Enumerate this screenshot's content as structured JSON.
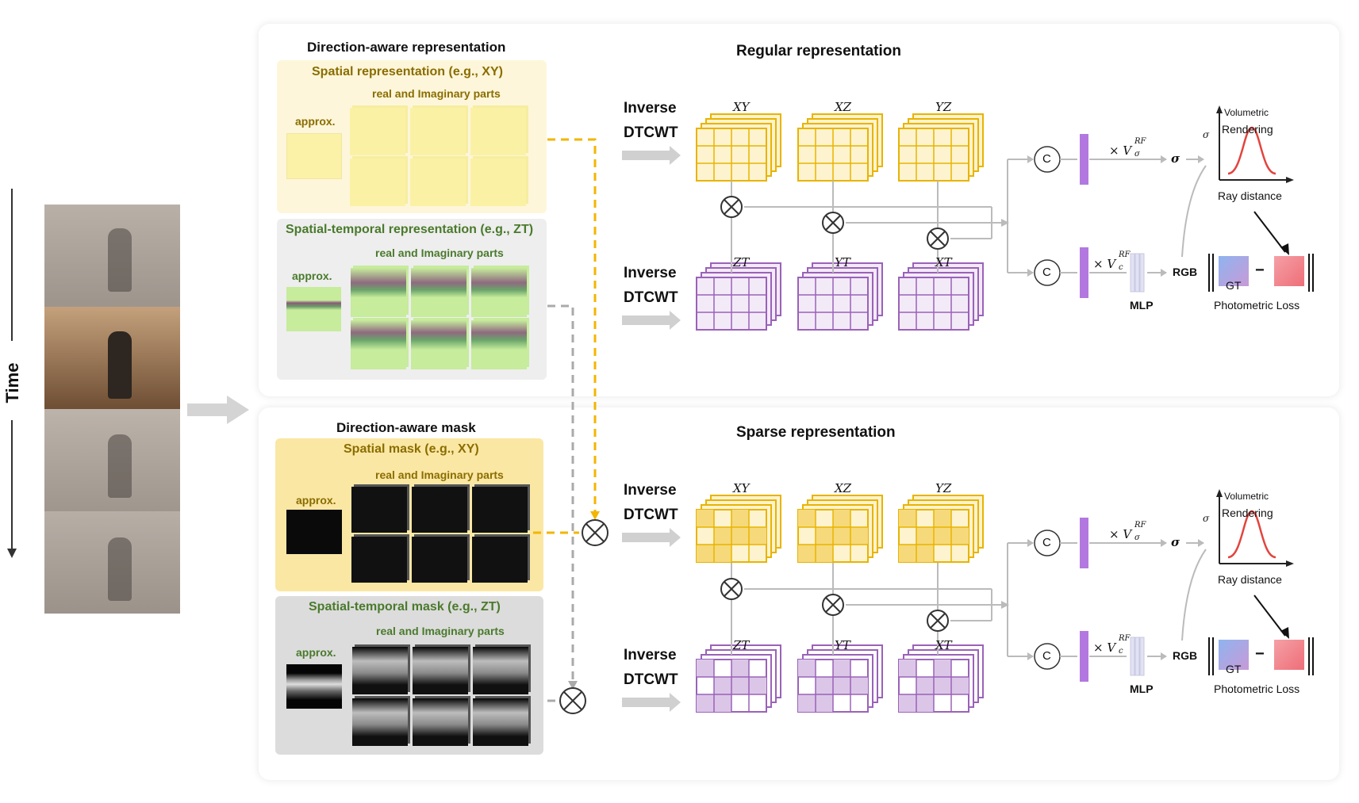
{
  "time_label": "Time",
  "panel_top": {
    "direction_title": "Direction-aware representation",
    "spatial_title": "Spatial representation (e.g., XY)",
    "spatial_parts": "real and Imaginary parts",
    "spatial_approx": "approx.",
    "st_title": "Spatial-temporal representation (e.g., ZT)",
    "st_parts": "real and Imaginary parts",
    "st_approx": "approx.",
    "main_title": "Regular representation"
  },
  "panel_bottom": {
    "direction_title": "Direction-aware mask",
    "spatial_title": "Spatial mask (e.g., XY)",
    "spatial_parts": "real and Imaginary parts",
    "spatial_approx": "approx.",
    "st_title": "Spatial-temporal mask (e.g., ZT)",
    "st_parts": "real and Imaginary parts",
    "st_approx": "approx.",
    "main_title": "Sparse representation"
  },
  "inverse": "Inverse",
  "dtcwt": "DTCWT",
  "planes": {
    "spatial": [
      "XY",
      "XZ",
      "YZ"
    ],
    "temporal": [
      "ZT",
      "YT",
      "XT"
    ]
  },
  "render": {
    "concat": "C",
    "sigma_mult": "× V",
    "sigma_sup": "RF",
    "sigma_sub": "σ",
    "color_mult": "× V",
    "color_sup": "RF",
    "color_sub": "c",
    "sigma_out": "σ",
    "mlp": "MLP",
    "rgb": "RGB",
    "volumetric": "Volumetric",
    "rendering": "Rendering",
    "ray_distance": "Ray distance",
    "axis_sigma": "σ",
    "gt": "GT",
    "minus": "−",
    "loss": "Photometric Loss"
  },
  "colors": {
    "yellow": "#e8b400",
    "purple": "#9a62b8",
    "dashed_yellow": "#f2b600",
    "dashed_gray": "#aaaaaa"
  }
}
